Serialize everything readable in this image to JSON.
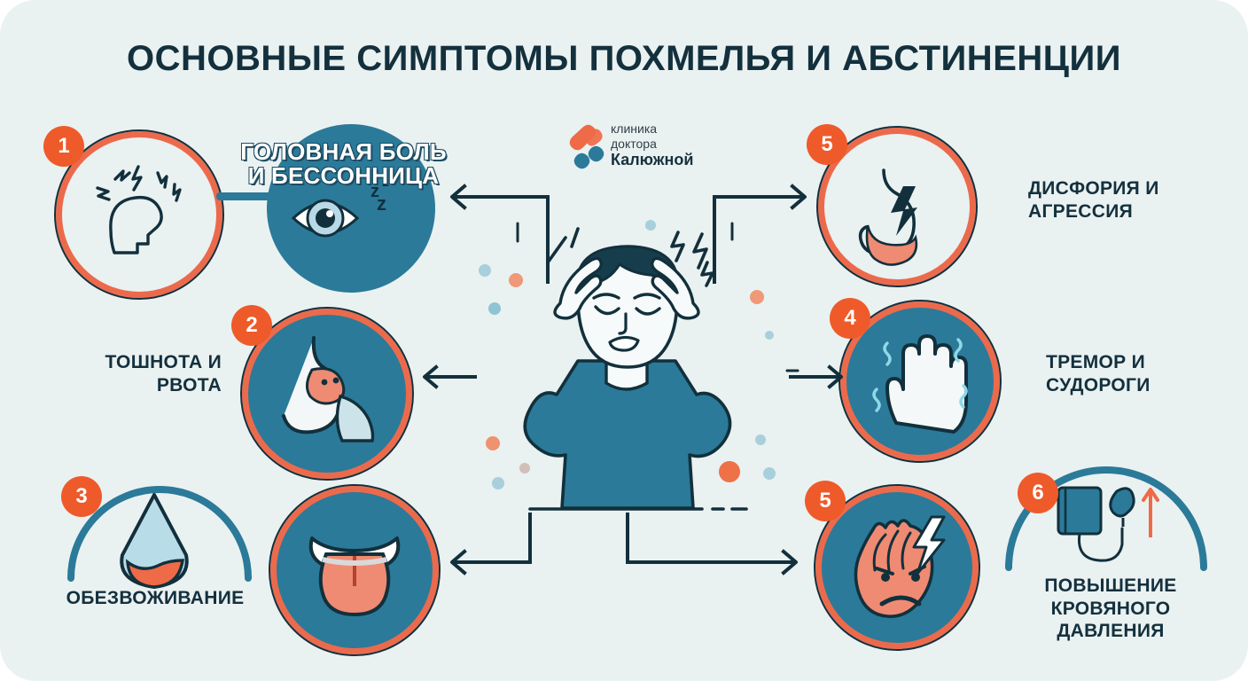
{
  "page": {
    "title": "ОСНОВНЫЕ СИМПТОМЫ ПОХМЕЛЬЯ И АБСТИНЕНЦИИ",
    "background_color": "#eaf1f1",
    "accent_orange": "#ec6a4c",
    "accent_blue": "#2b7a99",
    "ink": "#13303d"
  },
  "logo": {
    "line1": "клиника",
    "line2": "доктора",
    "line3": "Калюжной",
    "mark_orange": "#ef6a46",
    "mark_blue": "#2b7a99"
  },
  "center": {
    "icon": "man-holding-head-in-pain"
  },
  "items": [
    {
      "number": "1",
      "label": "ГОЛОВНАЯ БОЛЬ И БЕССОННИЦА",
      "icon": "head-with-lightning-icon",
      "secondary_icon": "sleepy-eye-zzz-icon",
      "side": "left"
    },
    {
      "number": "2",
      "label": "ТОШНОТА И РВОТА",
      "icon": "stomach-vomiting-icon",
      "side": "left"
    },
    {
      "number": "3",
      "label": "ОБЕЗВОЖИВАНИЕ",
      "icon": "water-drop-icon",
      "side": "left"
    },
    {
      "number": "4",
      "label": "ТРЕМОР И СУДОРОГИ",
      "icon": "trembling-hand-icon",
      "side": "right"
    },
    {
      "number": "5",
      "label": "ДИСФОРИЯ И АГРЕССИЯ",
      "icon": "stomach-lightning-icon",
      "side": "right"
    },
    {
      "number": "5",
      "label": "",
      "icon": "angry-heart-lightning-icon",
      "side": "right"
    },
    {
      "number": "6",
      "label": "ПОВЫШЕНИЕ КРОВЯНОГО ДАВЛЕНИЯ",
      "icon": "blood-pressure-cuff-icon",
      "side": "right"
    },
    {
      "number": "",
      "label": "",
      "icon": "tongue-mouth-icon",
      "side": "bottom"
    }
  ]
}
